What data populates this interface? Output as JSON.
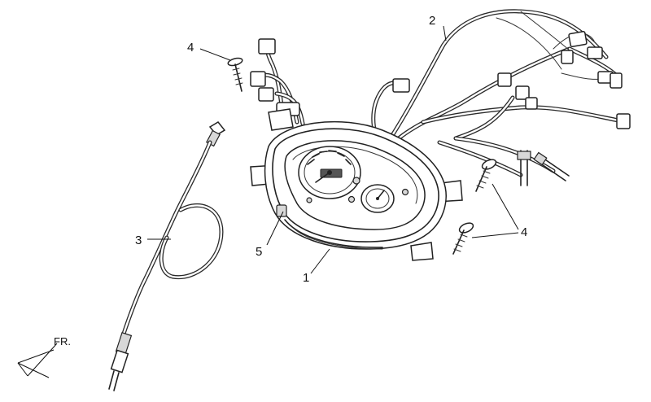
{
  "callouts": {
    "harness": "2",
    "screw_top": "4",
    "screw_right": "4",
    "cable": "3",
    "lamp": "5",
    "meter": "1"
  },
  "direction": {
    "label": "FR."
  }
}
